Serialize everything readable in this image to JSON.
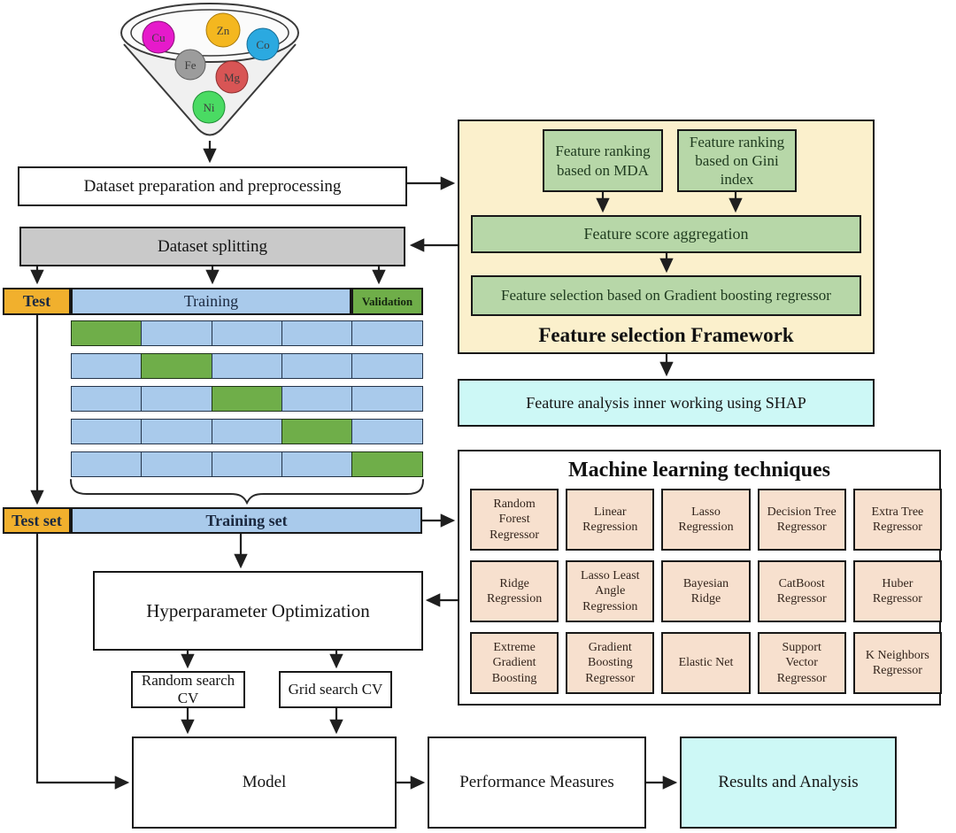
{
  "funnel": {
    "elements": [
      {
        "symbol": "Cu",
        "color": "#e61acb"
      },
      {
        "symbol": "Zn",
        "color": "#f4b71f"
      },
      {
        "symbol": "Co",
        "color": "#2ba9e0"
      },
      {
        "symbol": "Fe",
        "color": "#9c9c9c"
      },
      {
        "symbol": "Mg",
        "color": "#d85555"
      },
      {
        "symbol": "Ni",
        "color": "#4adb63"
      }
    ]
  },
  "boxes": {
    "prep": "Dataset preparation and preprocessing",
    "splitting": "Dataset splitting",
    "test": "Test",
    "training": "Training",
    "validation": "Validation",
    "test_set": "Test set",
    "training_set": "Training set",
    "hyper": "Hyperparameter Optimization",
    "random_cv": "Random search CV",
    "grid_cv": "Grid search CV",
    "model": "Model",
    "performance": "Performance Measures",
    "results": "Results and Analysis"
  },
  "framework": {
    "title": "Feature selection Framework",
    "mda": "Feature ranking based on MDA",
    "gini": "Feature ranking based on Gini index",
    "aggregation": "Feature score aggregation",
    "selection": "Feature selection based on Gradient boosting regressor"
  },
  "shap": "Feature analysis inner working using SHAP",
  "ml": {
    "title": "Machine learning techniques",
    "techniques": [
      "Random Forest Regressor",
      "Linear Regression",
      "Lasso Regression",
      "Decision Tree Regressor",
      "Extra Tree Regressor",
      "Ridge Regression",
      "Lasso Least Angle Regression",
      "Bayesian Ridge",
      "CatBoost Regressor",
      "Huber Regressor",
      "Extreme Gradient Boosting",
      "Gradient Boosting Regressor",
      "Elastic Net",
      "Support Vector Regressor",
      "K Neighbors Regressor"
    ]
  },
  "cv": {
    "folds": 5
  },
  "colors": {
    "test_orange": "#f1b02d",
    "training_blue": "#a9caeb",
    "validation_green": "#6fae49",
    "splitting_gray": "#c9c9c9",
    "framework_tan": "#fbf0cc",
    "feature_green": "#b7d7a8",
    "shap_cyan": "#cdf8f6",
    "ml_peach": "#f7e0ce"
  }
}
